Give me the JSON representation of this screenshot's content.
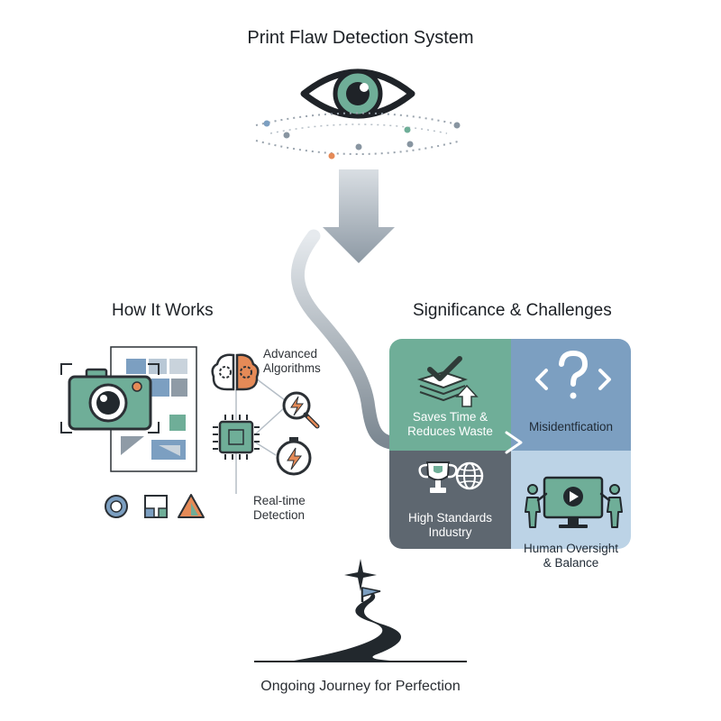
{
  "title": "Print Flaw Detection System",
  "how_it_works": {
    "heading": "How It Works",
    "algorithms_line1": "Advanced",
    "algorithms_line2": "Algorithms",
    "realtime_line1": "Real-time",
    "realtime_line2": "Detection"
  },
  "significance": {
    "heading": "Significance & Challenges",
    "tiles": [
      {
        "line1": "Saves Time &",
        "line2": "Reduces Waste",
        "icon": "layers-check-icon",
        "color": "#6fae98"
      },
      {
        "line1": "Misidentfication",
        "line2": "",
        "icon": "code-question-icon",
        "color": "#7c9fc1"
      },
      {
        "line1": "High Standards",
        "line2": "Industry",
        "icon": "trophy-globe-icon",
        "color": "#5e6770"
      },
      {
        "line1": "Human Oversight",
        "line2": "& Balance",
        "icon": "monitor-people-icon",
        "color": "#bcd3e6"
      }
    ]
  },
  "footer": "Ongoing Journey for Perfection",
  "colors": {
    "green": "#6fae98",
    "blue": "#7c9fc1",
    "slate": "#5e6770",
    "light_blue": "#bcd3e6",
    "orange": "#e58a57",
    "dark": "#1f2328"
  }
}
